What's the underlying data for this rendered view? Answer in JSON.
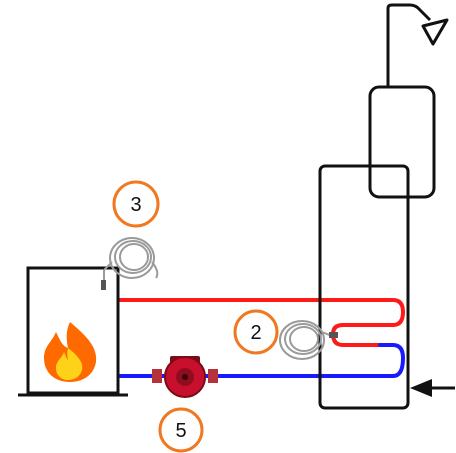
{
  "badges": {
    "sensor_tank": "2",
    "sensor_boiler": "3",
    "pump": "5"
  },
  "colors": {
    "outline": "#111111",
    "hot_pipe": "#ff1a1a",
    "cold_pipe": "#1a1aff",
    "badge_ring": "#f07820",
    "sensor_cable": "#9a9a9a",
    "pump_body": "#c8102e",
    "flame_outer": "#ff6a00",
    "flame_inner": "#ffd21a"
  },
  "icons": {
    "heat_source": "flame-icon",
    "sensors": "coiled-cable-sensor-icon",
    "pump": "circulation-pump-icon",
    "outlet": "shower-head-icon",
    "inlet": "arrow-left-icon"
  }
}
